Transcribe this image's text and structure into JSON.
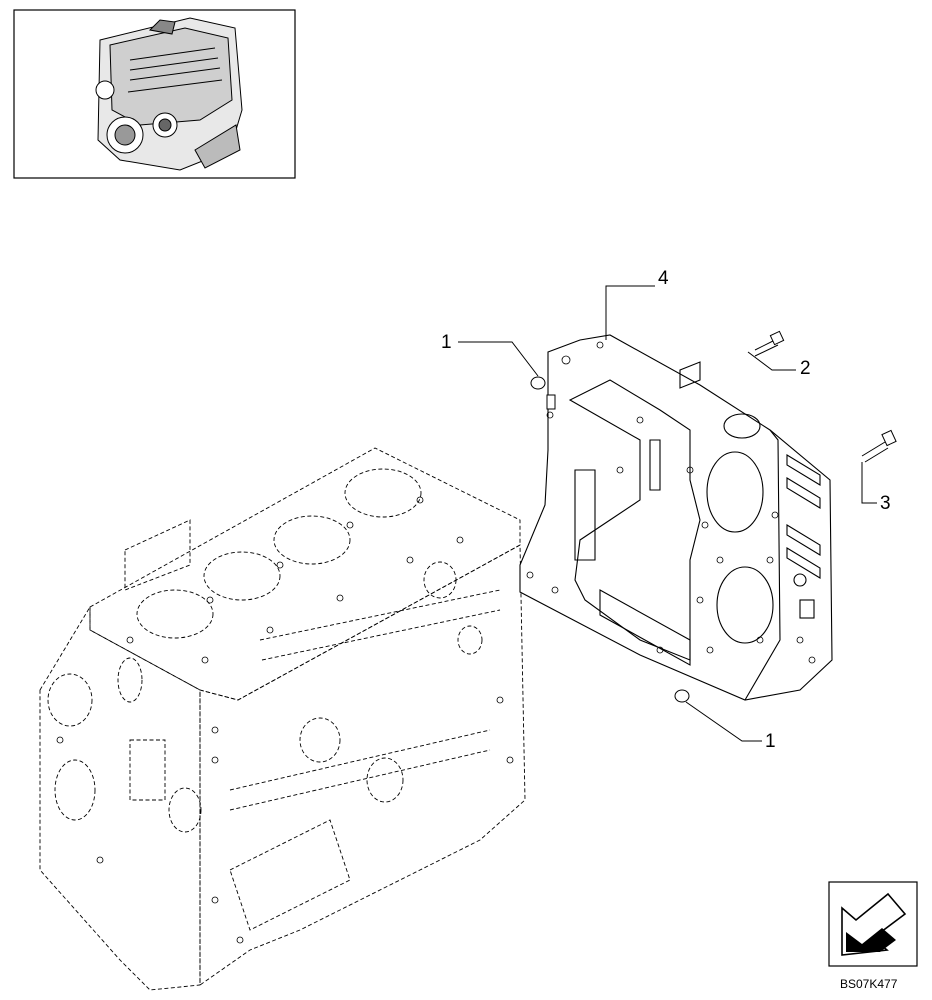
{
  "callouts": {
    "c1_top": "1",
    "c2": "2",
    "c3": "3",
    "c4": "4",
    "c1_bottom": "1"
  },
  "drawing_code": "BS07K477",
  "icons": {
    "thumbnail": "engine-thumbnail-icon",
    "nav": "navigation-arrow-icon"
  }
}
